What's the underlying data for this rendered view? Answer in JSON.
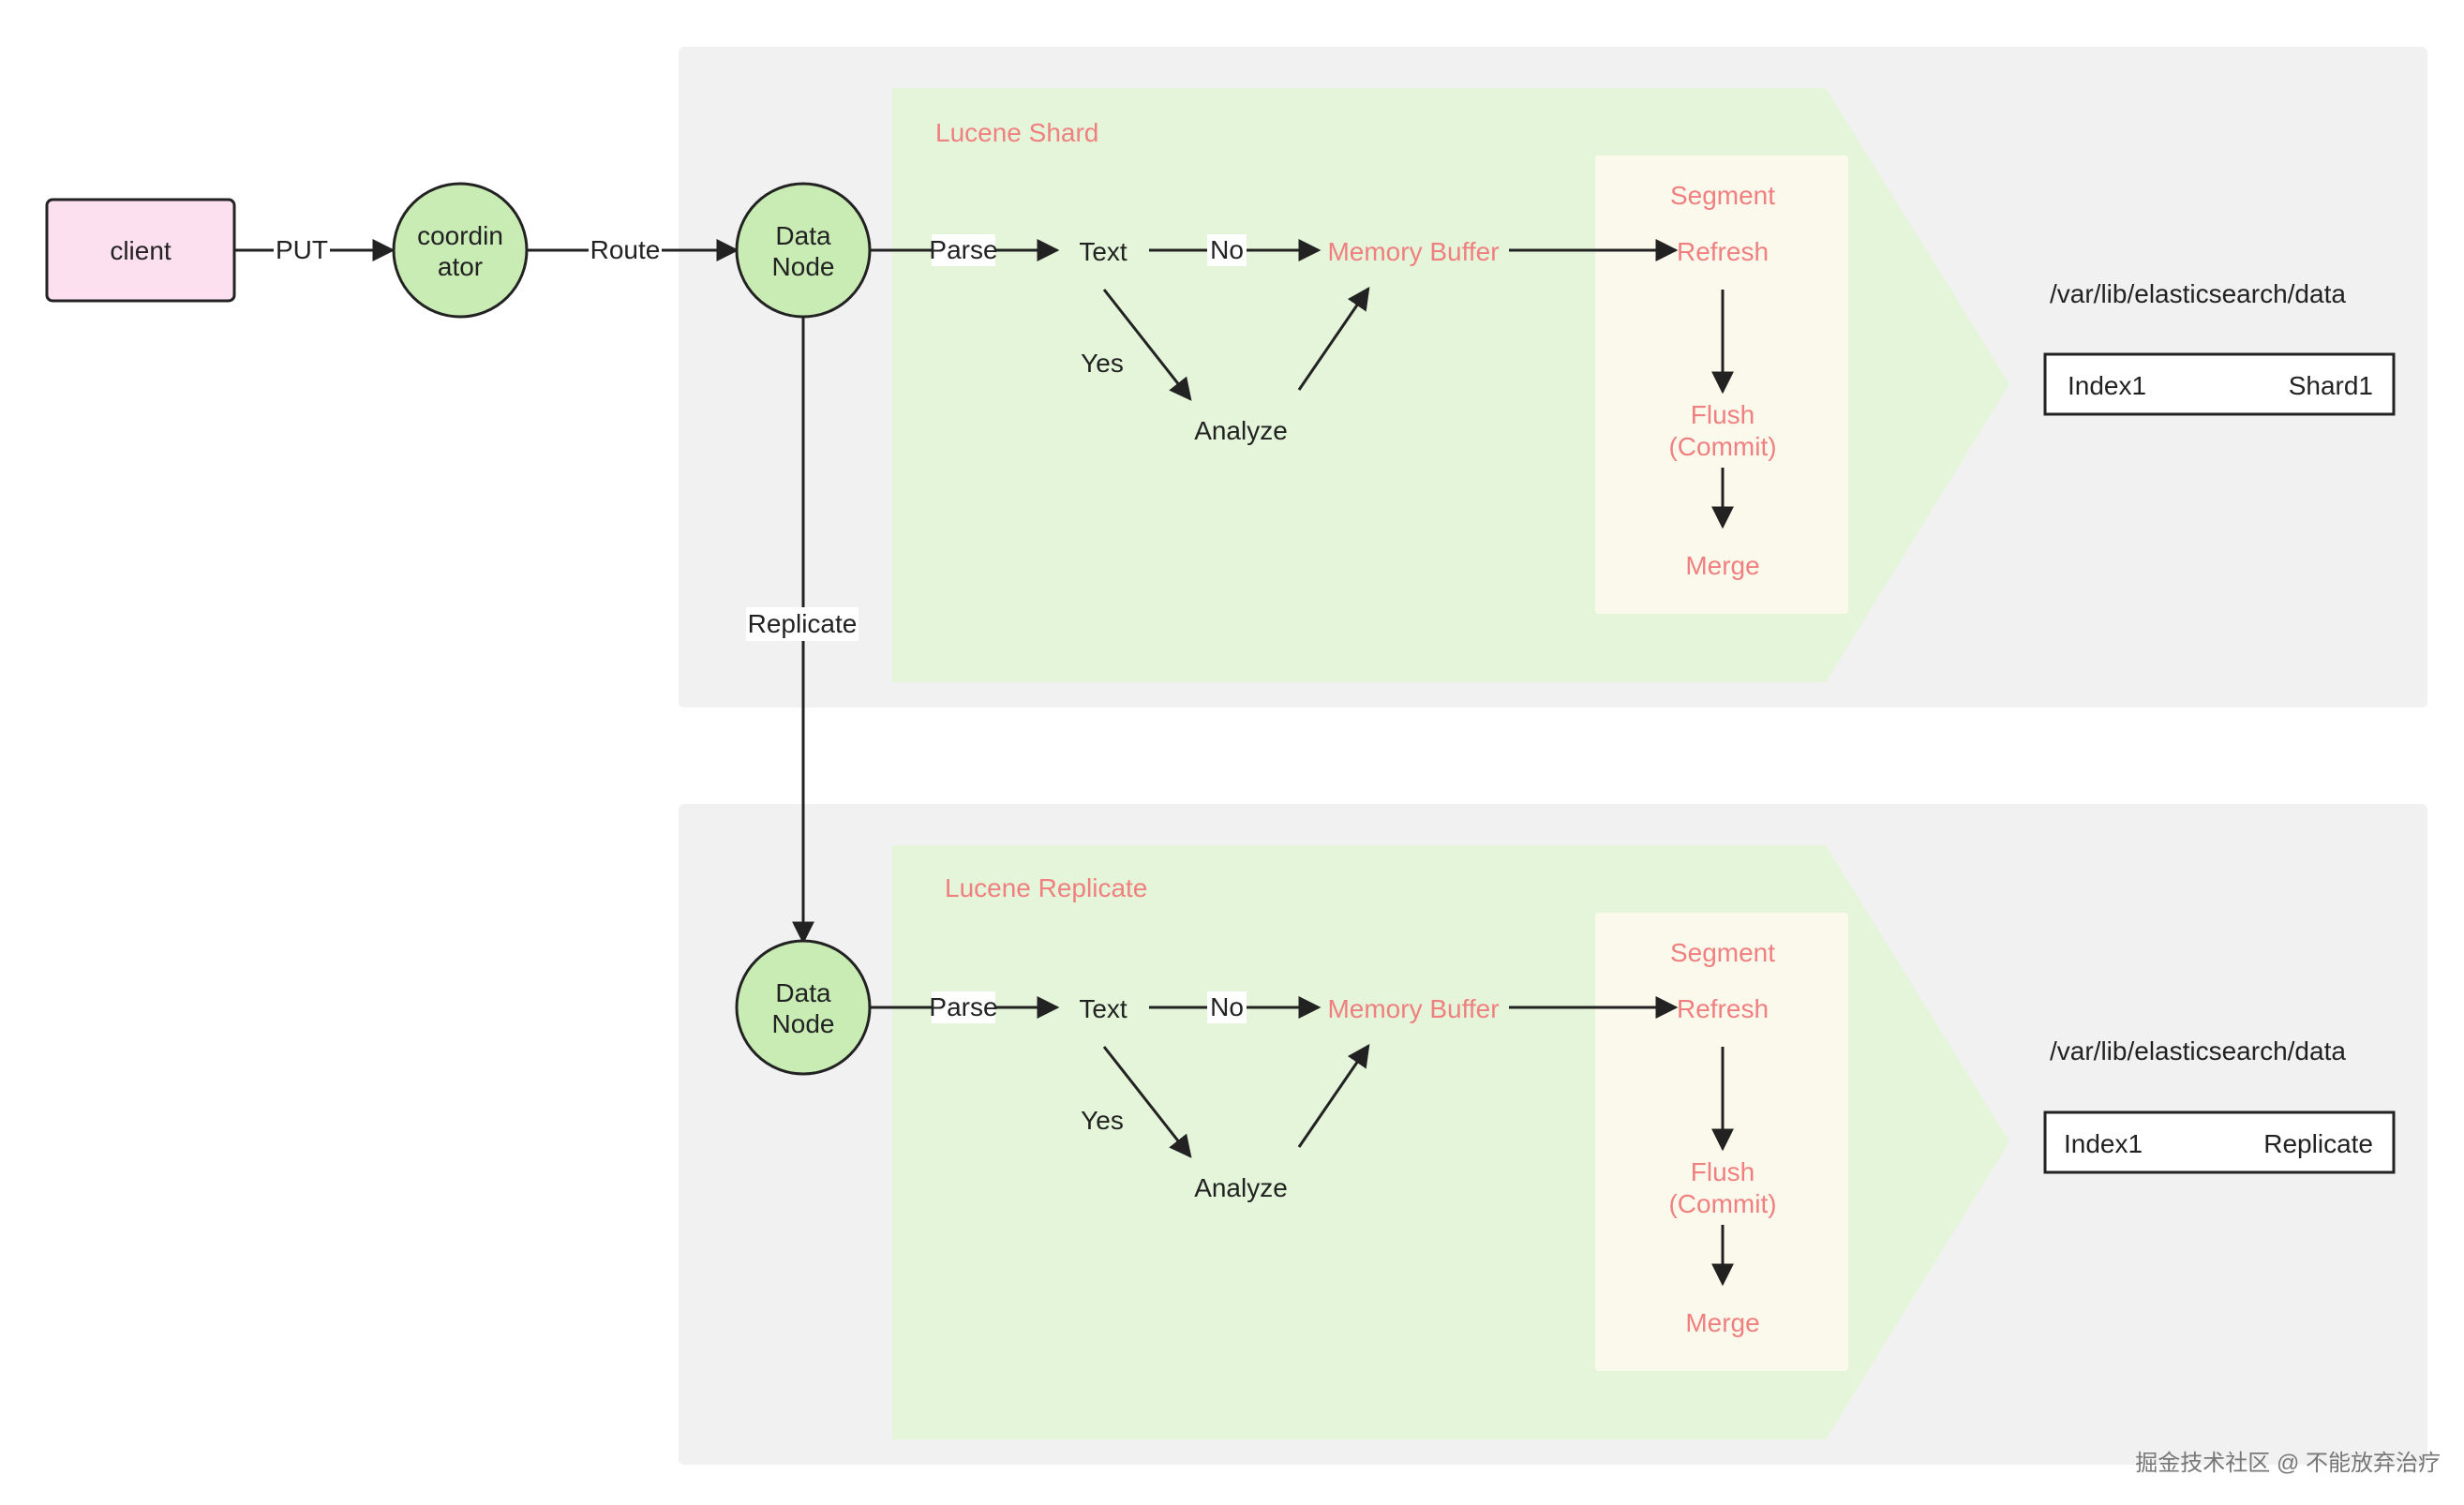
{
  "nodes": {
    "client": "client",
    "coordinator_line1": "coordin",
    "coordinator_line2": "ator",
    "datanode_line1": "Data",
    "datanode_line2": "Node"
  },
  "edges": {
    "put": "PUT",
    "route": "Route",
    "replicate": "Replicate",
    "parse": "Parse",
    "no": "No",
    "yes": "Yes"
  },
  "shard": {
    "title": "Lucene Shard",
    "text": "Text",
    "analyze": "Analyze",
    "memory_buffer": "Memory Buffer",
    "segment": "Segment",
    "refresh": "Refresh",
    "flush_line1": "Flush",
    "flush_line2": "(Commit)",
    "merge": "Merge",
    "path": "/var/lib/elasticsearch/data",
    "index": "Index1",
    "store": "Shard1"
  },
  "replica": {
    "title": "Lucene Replicate",
    "text": "Text",
    "analyze": "Analyze",
    "memory_buffer": "Memory Buffer",
    "segment": "Segment",
    "refresh": "Refresh",
    "flush_line1": "Flush",
    "flush_line2": "(Commit)",
    "merge": "Merge",
    "path": "/var/lib/elasticsearch/data",
    "index": "Index1",
    "store": "Replicate"
  },
  "watermark": "掘金技术社区 @ 不能放弃治疗",
  "colors": {
    "client_fill": "#fce0f0",
    "node_fill": "#c8ecb4",
    "panel_fill": "#f1f1f1",
    "lucene_fill": "#e4f5d9",
    "segment_fill": "#fbf9ec",
    "accent_text": "#f08080"
  }
}
